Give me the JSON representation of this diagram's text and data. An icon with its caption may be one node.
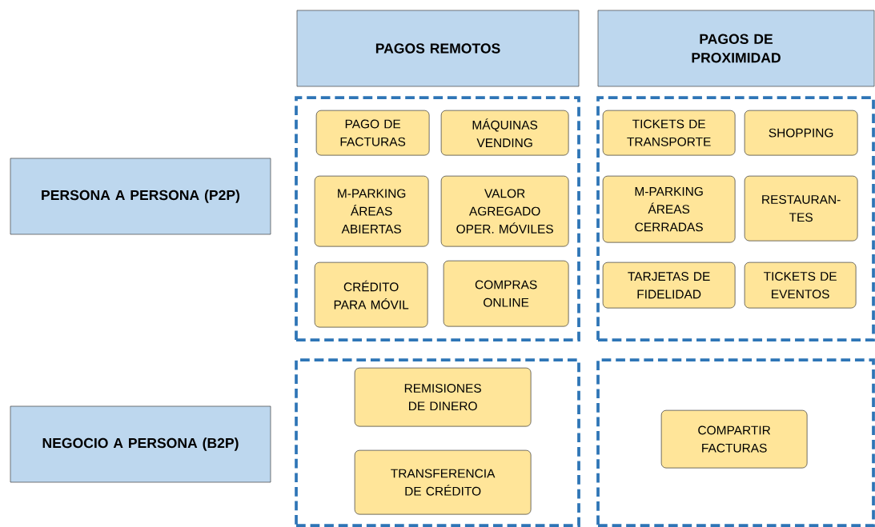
{
  "diagram": {
    "nodes": [
      {
        "text": [
          "PAGOS REMOTOS"
        ]
      },
      {
        "text": [
          "PAGOS DE PROXIMIDAD"
        ]
      },
      {
        "text": [
          "PERSONA A PERSONA (P2P)"
        ]
      },
      {
        "text": [
          "NEGOCIO A PERSONA (B2P)"
        ]
      },
      {
        "text": [],
        "shape": "box"
      },
      {
        "text": [],
        "shape": "box"
      },
      {
        "text": [],
        "shape": "box"
      },
      {
        "text": [],
        "shape": "box"
      },
      {
        "text": [
          "PAGO DE FACTURAS"
        ],
        "in": 4
      },
      {
        "text": [
          "MÁQUINAS VENDING"
        ],
        "in": 4
      },
      {
        "text": [
          "M-PARKING ÁREAS ABIERTAS"
        ],
        "in": 4
      },
      {
        "text": [
          "VALOR AGREGADO OPER. MÓVILES"
        ],
        "in": 4
      },
      {
        "text": [
          "CRÉDITO PARA MÓVIL"
        ],
        "in": 4
      },
      {
        "text": [
          "COMPRAS ONLINE"
        ],
        "in": 4
      },
      {
        "text": [
          "TICKETS DE TRANSPORTE"
        ],
        "in": 5
      },
      {
        "text": [
          "SHOPPING"
        ],
        "in": 5
      },
      {
        "text": [
          "M-PARKING ÁREAS CERRADAS"
        ],
        "in": 5
      },
      {
        "text": [
          "RESTAURAN-TES"
        ],
        "in": 5
      },
      {
        "text": [
          "TARJETAS DE FIDELIDAD"
        ],
        "in": 5
      },
      {
        "text": [
          "TICKETS DE EVENTOS"
        ],
        "in": 5
      },
      {
        "text": [
          "REMISIONES DE DINERO"
        ],
        "in": 6
      },
      {
        "text": [
          "TRANSFERENCIA DE CRÉDITO"
        ],
        "in": 6
      },
      {
        "text": [
          "COMPARTIR FACTURAS"
        ],
        "in": 7
      }
    ]
  }
}
